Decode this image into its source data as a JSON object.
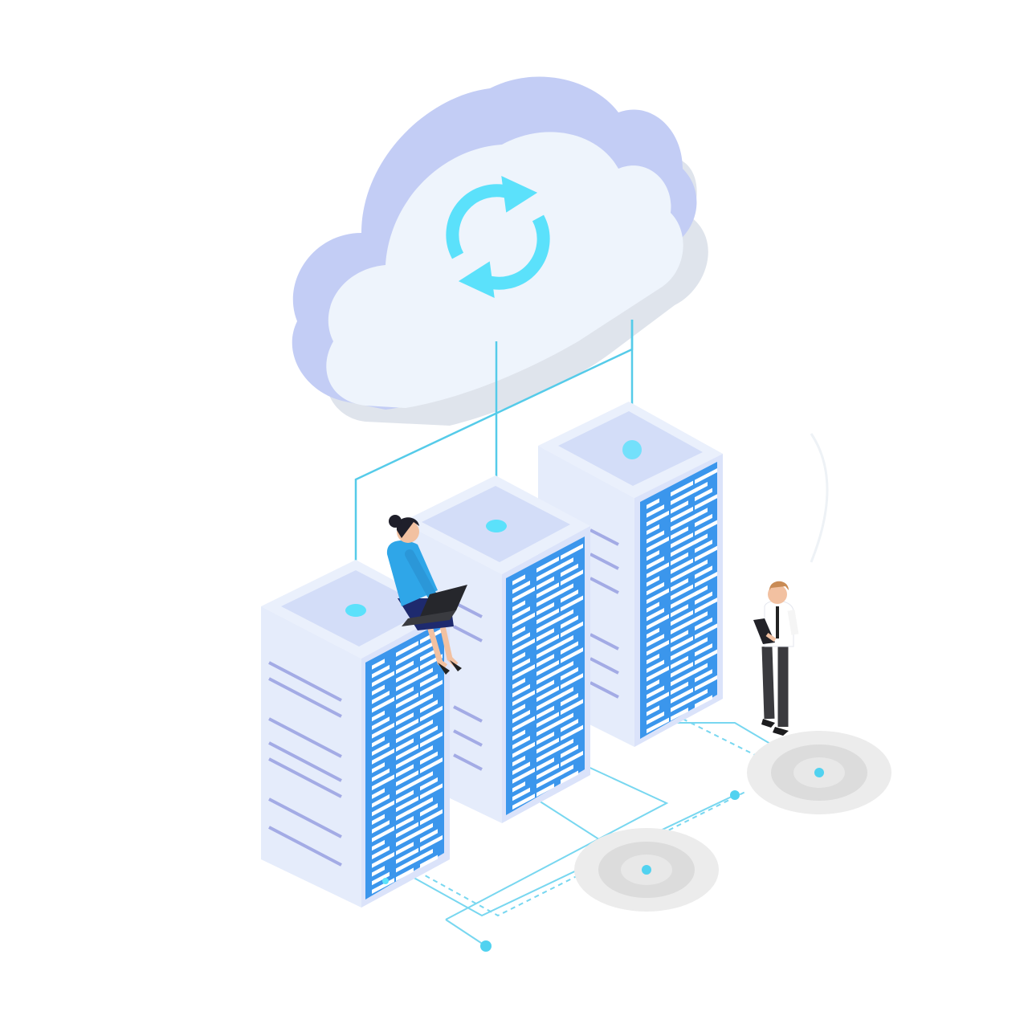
{
  "illustration": {
    "subject": "",
    "cloud": {
      "icon": "sync-arrows-icon"
    },
    "server_racks": 3,
    "people": [
      "person-sitting-with-laptop",
      "person-standing-with-tablet"
    ],
    "hotspots": 2
  },
  "colors": {
    "background": "#ffffff",
    "cloud_front": "#eef4fc",
    "cloud_side": "#c3cdf5",
    "cloud_shadow": "#dfe4ec",
    "sync_icon": "#5be1fb",
    "rack_front": "#e5ecfb",
    "rack_side": "#dbe3fa",
    "rack_top": "#eaf0fc",
    "rack_top_inset": "#d3ddf8",
    "rack_vent": "#a3abe5",
    "rack_panel": "#3b96ec",
    "rack_slots": "#ffffff",
    "connector_line": "#55cbe9",
    "connector_dot": "#51d2f0",
    "hotspot_ring": "#e7e7e7",
    "hotspot_inner": "#d6d6d6"
  }
}
